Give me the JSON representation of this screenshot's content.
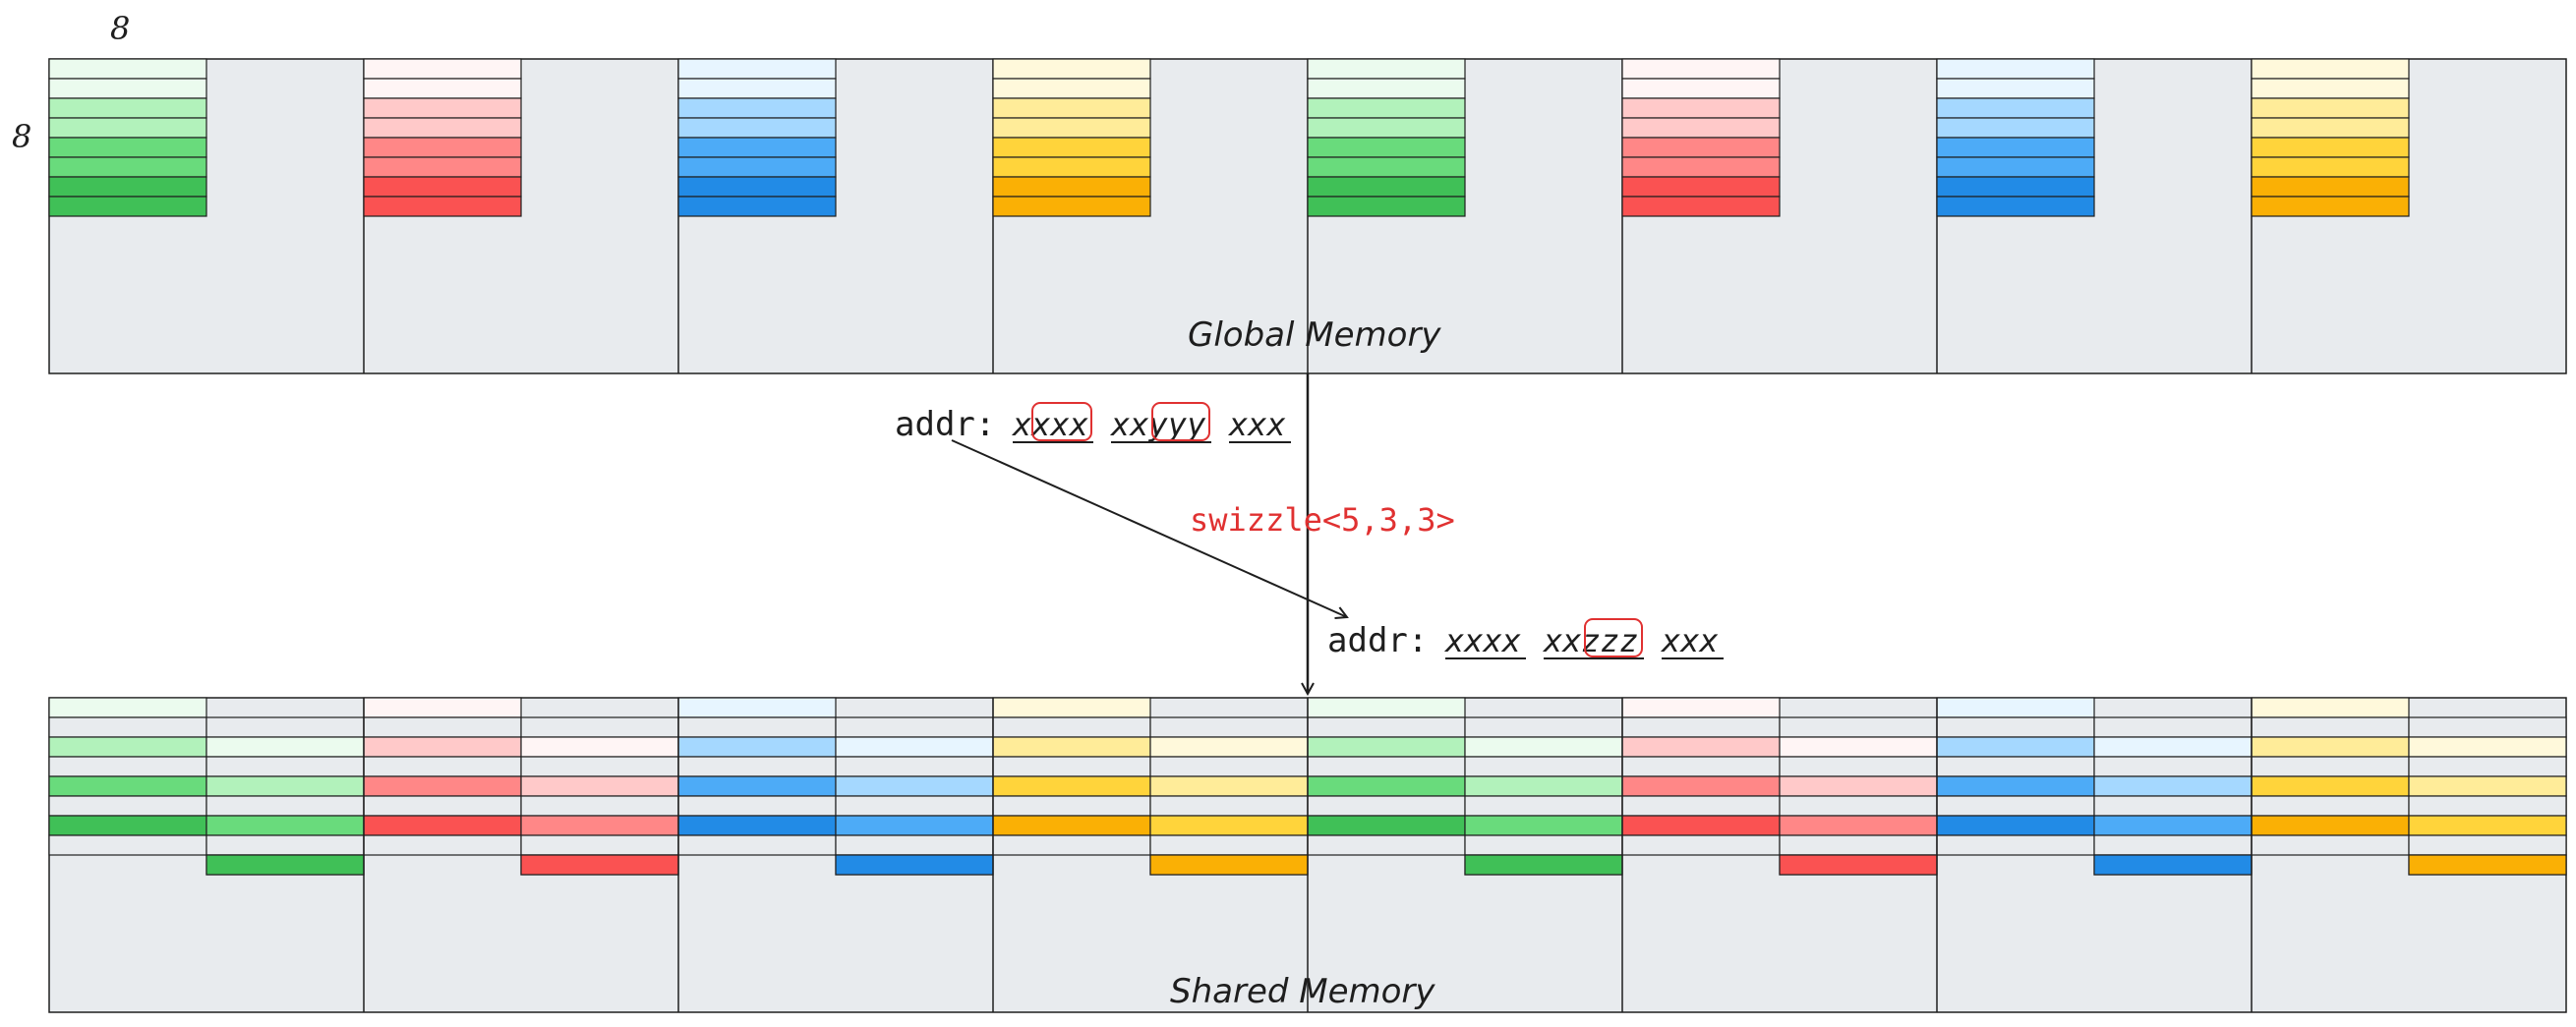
{
  "labels": {
    "dim_top": "8",
    "dim_left": "8",
    "global_memory": "Global Memory",
    "shared_memory": "Shared Memory",
    "swizzle": "swizzle<5,3,3>"
  },
  "addr_global": {
    "prefix": "addr:",
    "groups": [
      "xxxx",
      "xxyyy",
      "xxx"
    ]
  },
  "addr_shared": {
    "prefix": "addr:",
    "groups": [
      "xxxx",
      "xxzzz",
      "xxx"
    ]
  },
  "colors": {
    "background": "#e8ebee",
    "highlight": "#e03131",
    "palettes": {
      "green": [
        "#ebfbee",
        "#ebfbee",
        "#b2f2bb",
        "#b2f2bb",
        "#69db7c",
        "#69db7c",
        "#40c057",
        "#40c057"
      ],
      "red": [
        "#fff5f5",
        "#fff5f5",
        "#ffc9c9",
        "#ffc9c9",
        "#ff8787",
        "#ff8787",
        "#fa5252",
        "#fa5252"
      ],
      "blue": [
        "#e7f5ff",
        "#e7f5ff",
        "#a5d8ff",
        "#a5d8ff",
        "#4dabf7",
        "#4dabf7",
        "#228be6",
        "#228be6"
      ],
      "yellow": [
        "#fff9db",
        "#fff9db",
        "#ffec99",
        "#ffec99",
        "#ffd43b",
        "#ffd43b",
        "#fab005",
        "#fab005"
      ]
    }
  },
  "global_blocks": [
    "green",
    "red",
    "blue",
    "yellow",
    "green",
    "red",
    "blue",
    "yellow"
  ],
  "shared_blocks": [
    "green",
    "red",
    "blue",
    "yellow",
    "green",
    "red",
    "blue",
    "yellow"
  ]
}
